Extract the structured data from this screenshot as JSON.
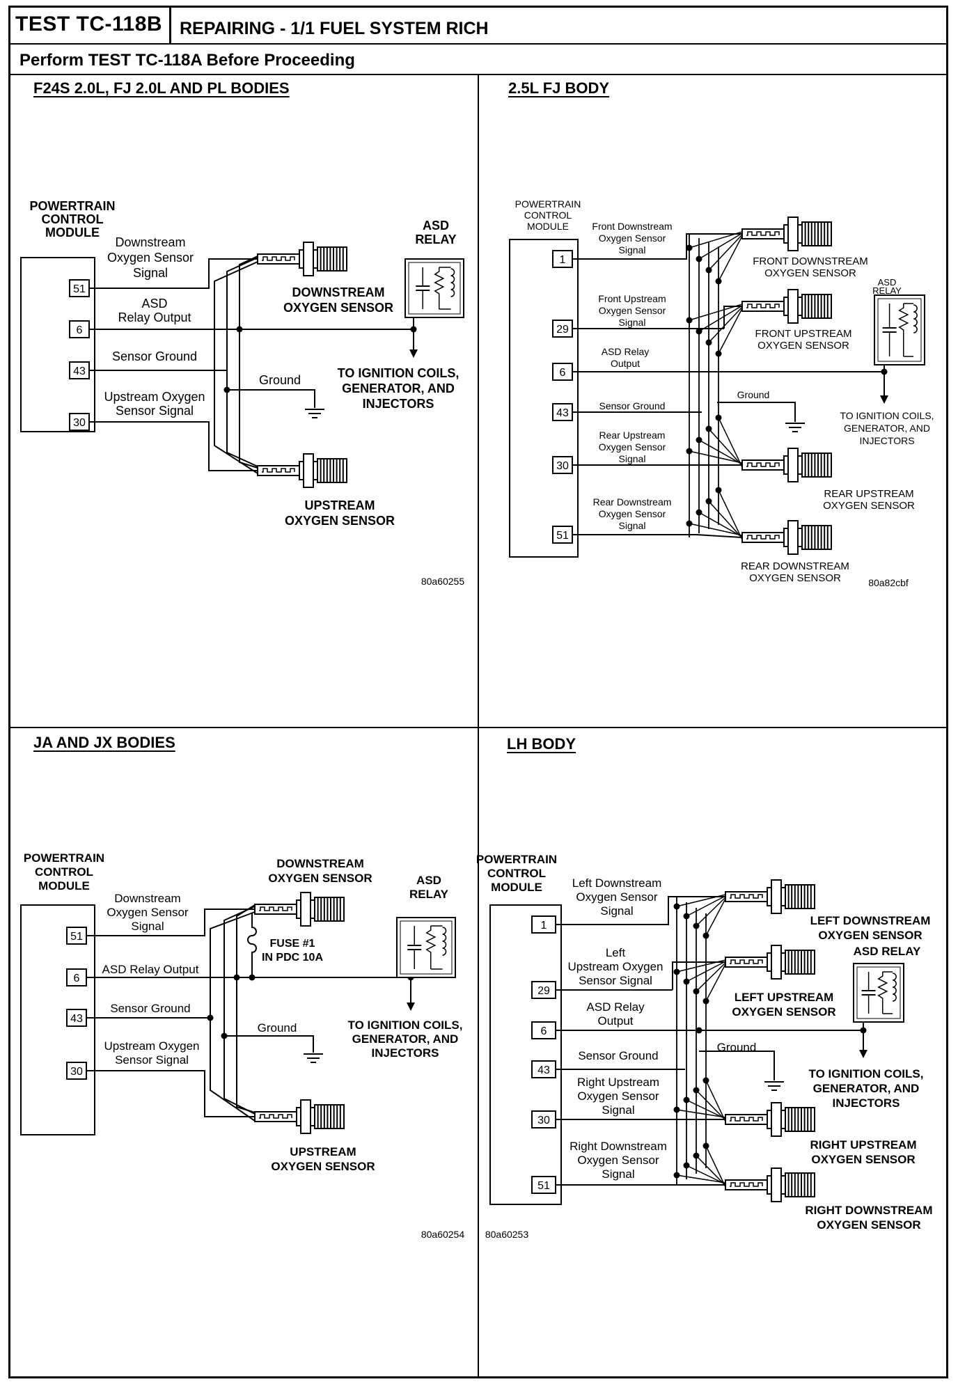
{
  "header": {
    "test_id": "TEST TC-118B",
    "title": "REPAIRING - 1/1 FUEL SYSTEM RICH",
    "note": "Perform TEST TC-118A Before Proceeding"
  },
  "panels": {
    "tl": {
      "title": "F24S 2.0L, FJ 2.0L AND PL BODIES",
      "pcm": [
        "POWERTRAIN",
        "CONTROL",
        "MODULE"
      ],
      "pins": [
        "51",
        "6",
        "43",
        "30"
      ],
      "wires": [
        [
          "Downstream",
          "Oxygen Sensor",
          "Signal"
        ],
        [
          "ASD",
          "Relay Output"
        ],
        [
          "Sensor Ground"
        ],
        [
          "Upstream Oxygen",
          "Sensor Signal"
        ]
      ],
      "ground": "Ground",
      "relay": [
        "ASD",
        "RELAY"
      ],
      "sensor_top": [
        "DOWNSTREAM",
        "OXYGEN SENSOR"
      ],
      "sensor_bottom": [
        "UPSTREAM",
        "OXYGEN SENSOR"
      ],
      "to": [
        "TO IGNITION COILS,",
        "GENERATOR, AND",
        "INJECTORS"
      ],
      "code": "80a60255"
    },
    "tr": {
      "title": "2.5L FJ BODY",
      "pcm": [
        "POWERTRAIN",
        "CONTROL",
        "MODULE"
      ],
      "pins": [
        "1",
        "29",
        "6",
        "43",
        "30",
        "51"
      ],
      "wires": [
        [
          "Front Downstream",
          "Oxygen Sensor",
          "Signal"
        ],
        [
          "Front Upstream",
          "Oxygen Sensor",
          "Signal"
        ],
        [
          "ASD Relay",
          "Output"
        ],
        [
          "Sensor Ground"
        ],
        [
          "Rear Upstream",
          "Oxygen Sensor",
          "Signal"
        ],
        [
          "Rear Downstream",
          "Oxygen Sensor",
          "Signal"
        ]
      ],
      "ground": "Ground",
      "relay": [
        "ASD",
        "RELAY"
      ],
      "sensors": [
        [
          "FRONT DOWNSTREAM",
          "OXYGEN SENSOR"
        ],
        [
          "FRONT UPSTREAM",
          "OXYGEN SENSOR"
        ],
        [
          "REAR UPSTREAM",
          "OXYGEN SENSOR"
        ],
        [
          "REAR DOWNSTREAM",
          "OXYGEN SENSOR"
        ]
      ],
      "to": [
        "TO IGNITION COILS,",
        "GENERATOR, AND",
        "INJECTORS"
      ],
      "code": "80a82cbf"
    },
    "bl": {
      "title": "JA AND JX BODIES",
      "pcm": [
        "POWERTRAIN",
        "CONTROL",
        "MODULE"
      ],
      "pins": [
        "51",
        "6",
        "43",
        "30"
      ],
      "wires": [
        [
          "Downstream",
          "Oxygen Sensor",
          "Signal"
        ],
        [
          "ASD Relay Output"
        ],
        [
          "Sensor Ground"
        ],
        [
          "Upstream Oxygen",
          "Sensor Signal"
        ]
      ],
      "ground": "Ground",
      "fuse": [
        "FUSE #1",
        "IN PDC 10A"
      ],
      "relay": [
        "ASD",
        "RELAY"
      ],
      "sensor_top": [
        "DOWNSTREAM",
        "OXYGEN SENSOR"
      ],
      "sensor_bottom": [
        "UPSTREAM",
        "OXYGEN SENSOR"
      ],
      "to": [
        "TO IGNITION COILS,",
        "GENERATOR, AND",
        "INJECTORS"
      ],
      "code": "80a60254"
    },
    "br": {
      "title": "LH BODY",
      "pcm": [
        "POWERTRAIN",
        "CONTROL",
        "MODULE"
      ],
      "pins": [
        "1",
        "29",
        "6",
        "43",
        "30",
        "51"
      ],
      "wires": [
        [
          "Left Downstream",
          "Oxygen Sensor",
          "Signal"
        ],
        [
          "Left",
          "Upstream Oxygen",
          "Sensor Signal"
        ],
        [
          "ASD Relay",
          "Output"
        ],
        [
          "Sensor Ground"
        ],
        [
          "Right Upstream",
          "Oxygen Sensor",
          "Signal"
        ],
        [
          "Right Downstream",
          "Oxygen Sensor",
          "Signal"
        ]
      ],
      "ground": "Ground",
      "relay": [
        "ASD RELAY"
      ],
      "sensors": [
        [
          "LEFT DOWNSTREAM",
          "OXYGEN SENSOR"
        ],
        [
          "LEFT UPSTREAM",
          "OXYGEN SENSOR"
        ],
        [
          "RIGHT UPSTREAM",
          "OXYGEN SENSOR"
        ],
        [
          "RIGHT DOWNSTREAM",
          "OXYGEN SENSOR"
        ]
      ],
      "to": [
        "TO IGNITION COILS,",
        "GENERATOR, AND",
        "INJECTORS"
      ],
      "code": "80a60253"
    }
  }
}
